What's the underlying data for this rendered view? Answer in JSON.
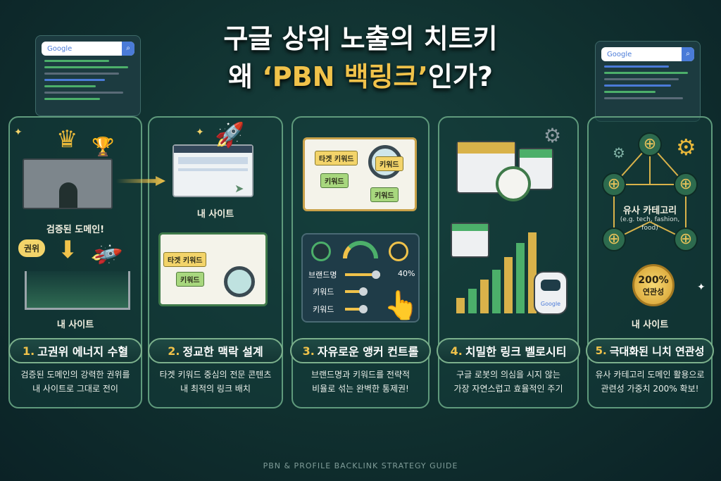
{
  "title": {
    "line1": "구글 상위 노출의 치트키",
    "line2_prefix": "왜 ",
    "line2_highlight": "‘PBN 백링크’",
    "line2_suffix": "인가?"
  },
  "search_widget": {
    "logo": "Google",
    "search_icon": "search-icon",
    "mic_icon": "mic-icon"
  },
  "colors": {
    "accent": "#f0c24a",
    "panel_border": "#5f9a7c",
    "background": "#10302f"
  },
  "panels": [
    {
      "number": "1.",
      "title": "고권위 에너지 수혈",
      "desc1": "검증된 도메인의 강력한 권위를",
      "desc2": "내 사이트로 그대로 전이",
      "illus": {
        "verified": "검증된 도메인!",
        "authority": "권위",
        "my_site": "내 사이트"
      }
    },
    {
      "number": "2.",
      "title": "정교한 맥락 설계",
      "desc1": "타겟 키워드 중심의 전문 콘텐츠",
      "desc2": "내 최적의 링크 배치",
      "illus": {
        "my_site": "내 사이트",
        "target_keyword": "타겟 키워드",
        "keyword": "키워드"
      }
    },
    {
      "number": "3.",
      "title": "자유로운 앵커 컨트롤",
      "desc1": "브랜드명과 키워드를 전략적",
      "desc2": "비율로 섞는 완벽한 통제권!",
      "illus": {
        "target_keyword": "타겟 키워드",
        "keyword1": "키워드",
        "keyword2": "키워드",
        "keyword3": "키워드",
        "slider_brand": "브랜드명",
        "slider_brand_value": "40%",
        "slider_kw1": "키워드",
        "slider_kw2": "키워드"
      }
    },
    {
      "number": "4.",
      "title": "치밀한 링크 벨로시티",
      "desc1": "구글 로봇의 의심을 시지 않는",
      "desc2": "가장 자연스럽고 효율적인 주기",
      "illus": {
        "robot_label": "Google"
      }
    },
    {
      "number": "5.",
      "title": "극대화된 니치 연관성",
      "desc1": "유사 카테고리 도메인 활용으로",
      "desc2": "관련성 가중치 200% 확보!",
      "illus": {
        "category": "유사 카테고리",
        "examples": "(e.g. tech, fashion, food)",
        "badge_value": "200%",
        "badge_label": "연관성",
        "my_site": "내 사이트"
      }
    }
  ],
  "footer": "PBN & PROFILE BACKLINK STRATEGY GUIDE"
}
